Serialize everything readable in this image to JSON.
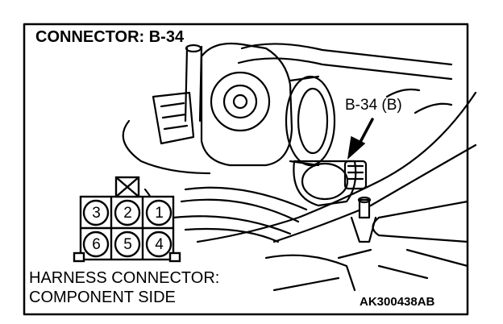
{
  "title": "CONNECTOR: B-34",
  "callout": "B-34 (B)",
  "harness_label": {
    "line1": "HARNESS CONNECTOR:",
    "line2": "COMPONENT SIDE"
  },
  "reference_code": "AK300438AB",
  "connector": {
    "top_row": [
      "3",
      "2",
      "1"
    ],
    "bottom_row": [
      "6",
      "5",
      "4"
    ]
  }
}
